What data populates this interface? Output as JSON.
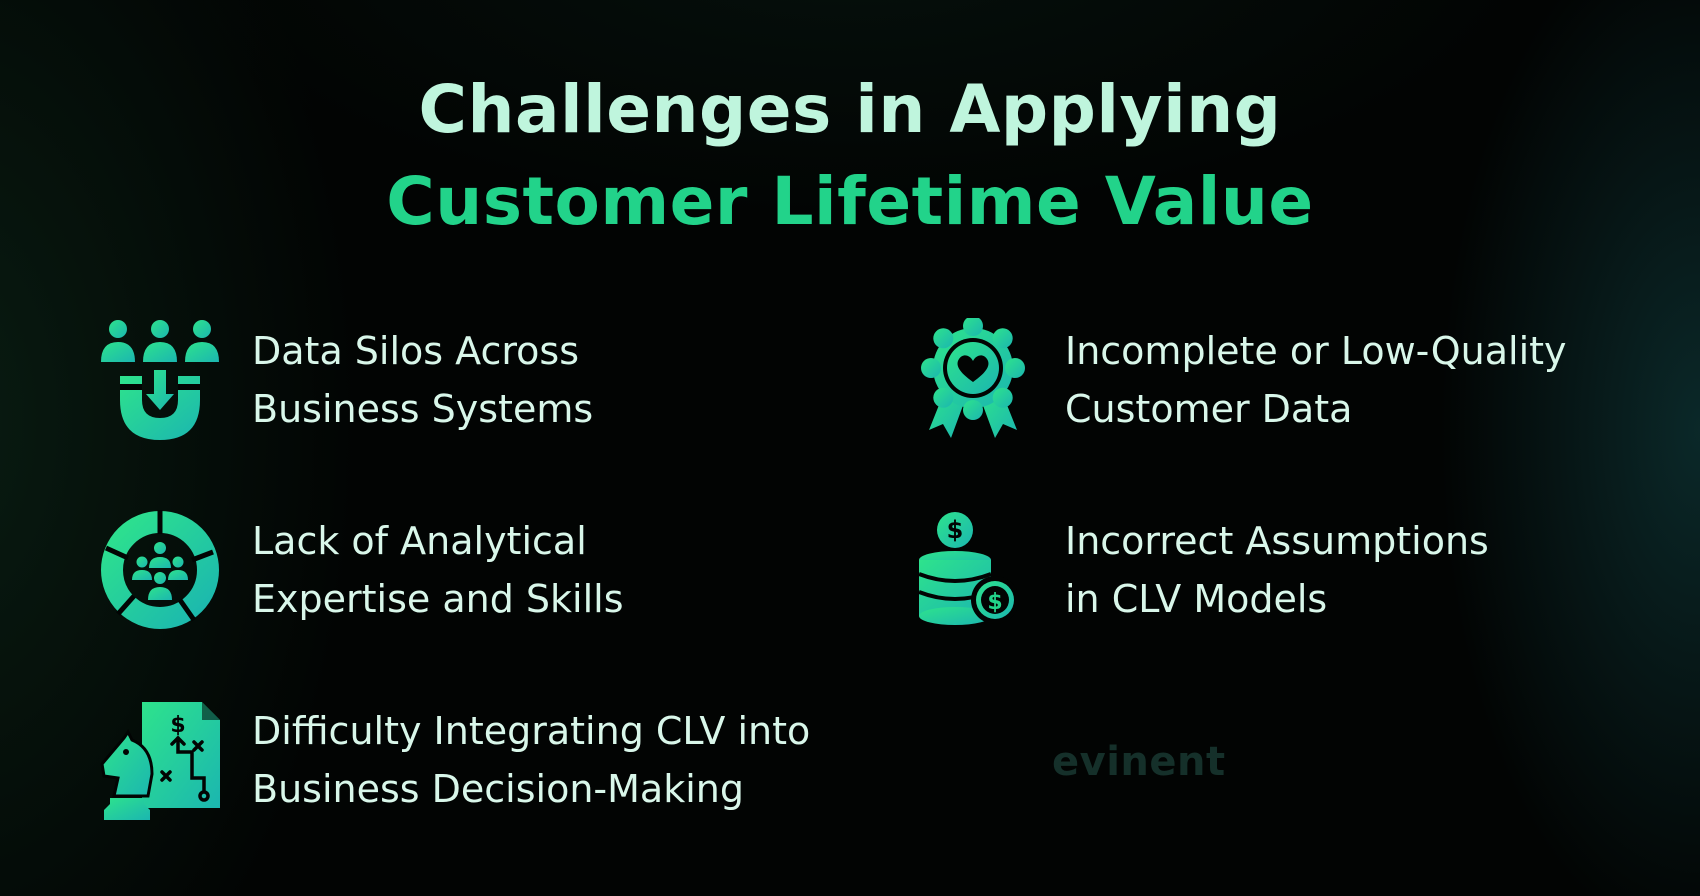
{
  "title": {
    "line1": "Challenges in Applying",
    "line2": "Customer Lifetime Value"
  },
  "colors": {
    "heading_light": "#bff5dd",
    "heading_accent": "#22d38a",
    "text": "#d9f7ea",
    "icon_gradient_start": "#2ee38c",
    "icon_gradient_end": "#1bb6b0",
    "background": "#020403"
  },
  "challenges": [
    {
      "icon": "data-silos-icon",
      "line1": "Data Silos Across",
      "line2": "Business Systems"
    },
    {
      "icon": "quality-badge-heart-icon",
      "line1": "Incomplete or Low-Quality",
      "line2": "Customer Data"
    },
    {
      "icon": "analytics-people-chart-icon",
      "line1": "Lack of Analytical",
      "line2": "Expertise and Skills"
    },
    {
      "icon": "coin-stack-dollar-icon",
      "line1": "Incorrect Assumptions",
      "line2": "in CLV Models"
    },
    {
      "icon": "strategy-chess-knight-icon",
      "line1": "Difficulty Integrating CLV into",
      "line2": "Business Decision-Making"
    }
  ],
  "brand": {
    "logo_text": "evinent"
  }
}
